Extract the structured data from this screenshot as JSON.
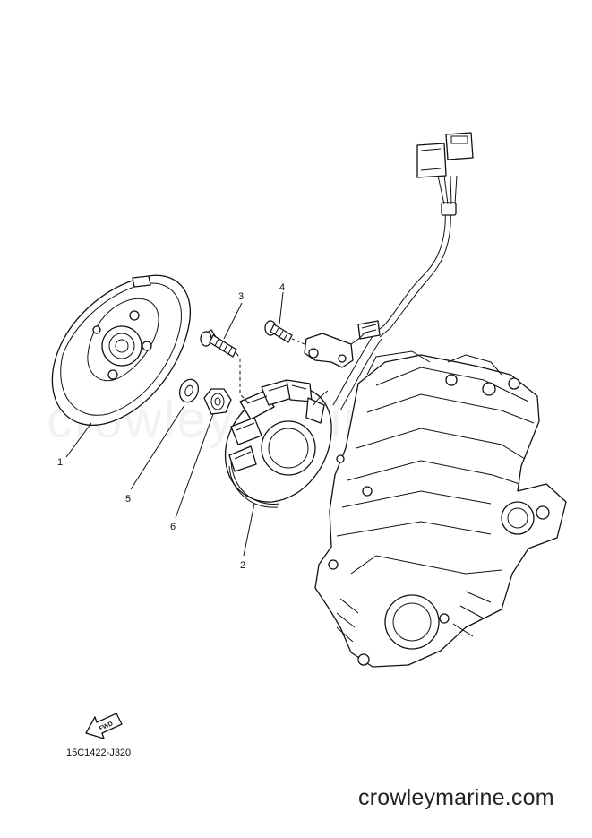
{
  "diagram": {
    "callouts": [
      {
        "id": "flywheel",
        "label": "1"
      },
      {
        "id": "stator",
        "label": "2"
      },
      {
        "id": "bolt",
        "label": "3"
      },
      {
        "id": "screw",
        "label": "4"
      },
      {
        "id": "washer",
        "label": "5"
      },
      {
        "id": "nut",
        "label": "6"
      }
    ],
    "fwd_label": "FWD",
    "part_code": "15C1422-J320",
    "watermark": "crowleymarine",
    "site": "crowleymarine.com"
  }
}
